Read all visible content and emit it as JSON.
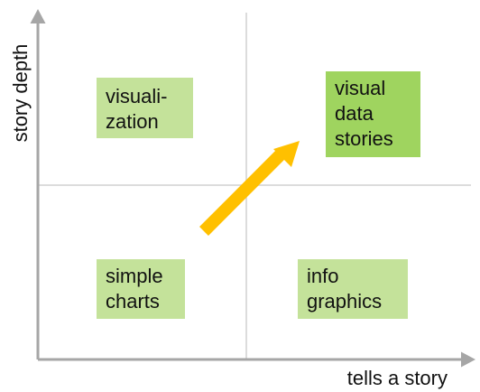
{
  "axes": {
    "y_label": "story depth",
    "x_label": "tells a story"
  },
  "quadrants": {
    "top_left": {
      "label": "visuali-\nzation"
    },
    "top_right": {
      "label": "visual\ndata\nstories"
    },
    "bottom_left": {
      "label": "simple\ncharts"
    },
    "bottom_right": {
      "label": "info\ngraphics"
    }
  },
  "colors": {
    "axis": "#a6a6a6",
    "divider": "#d0d0d0",
    "light_box": "#c4e29a",
    "dark_box": "#9fd45f",
    "arrow": "#ffc000"
  }
}
